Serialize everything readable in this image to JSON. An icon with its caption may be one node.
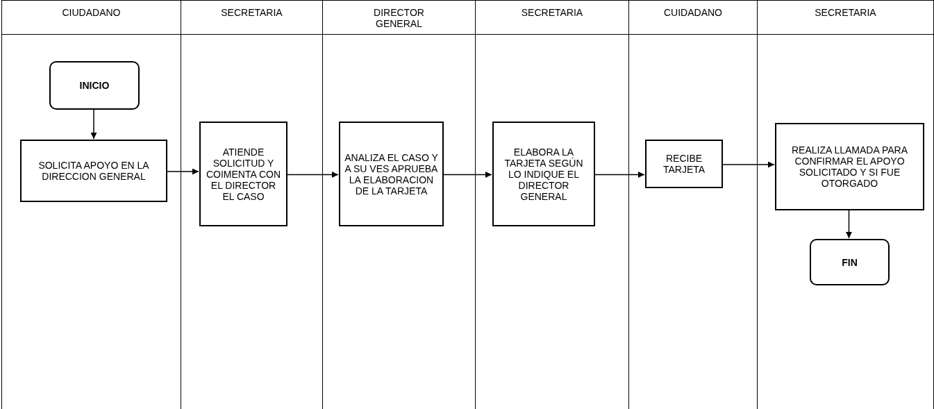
{
  "diagram": {
    "nodes": [
      {
        "text": [
          "CIUDADANO"
        ]
      },
      {
        "text": [
          "INICIO"
        ],
        "in": 0
      },
      {
        "text": [
          "SOLICITA APOYO EN LA DIRECCION GENERAL"
        ],
        "in": 0
      },
      {
        "text": [
          "SECRETARIA"
        ]
      },
      {
        "text": [
          "ATIENDE SOLICITUD Y COIMENTA CON EL DIRECTOR EL CASO"
        ],
        "in": 3
      },
      {
        "text": [
          "DIRECTOR GENERAL"
        ]
      },
      {
        "text": [
          "ANALIZA EL CASO Y A SU VES APRUEBA LA ELABORACION DE LA TARJETA"
        ],
        "in": 5
      },
      {
        "text": [
          "SECRETARIA"
        ]
      },
      {
        "text": [
          "ELABORA LA TARJETA SEGÚN LO INDIQUE EL DIRECTOR GENERAL"
        ],
        "in": 7
      },
      {
        "text": [
          "CUIDADANO"
        ]
      },
      {
        "text": [
          "RECIBE TARJETA"
        ],
        "in": 9
      },
      {
        "text": [
          "SECRETARIA"
        ]
      },
      {
        "text": [
          "REALIZA LLAMADA PARA CONFIRMAR EL APOYO SOLICITADO Y SI FUE OTORGADO"
        ],
        "in": 11
      },
      {
        "text": [
          "FIN"
        ],
        "in": 11
      }
    ],
    "edges": [
      {
        "from": 1,
        "to": 2,
        "arrow": "to"
      },
      {
        "from": 2,
        "to": 4,
        "arrow": "to"
      },
      {
        "from": 4,
        "to": 6,
        "arrow": "to"
      },
      {
        "from": 6,
        "to": 8,
        "arrow": "to"
      },
      {
        "from": 8,
        "to": 10,
        "arrow": "to"
      },
      {
        "from": 10,
        "to": 12,
        "arrow": "to"
      },
      {
        "from": 12,
        "to": 13,
        "arrow": "to"
      }
    ]
  }
}
